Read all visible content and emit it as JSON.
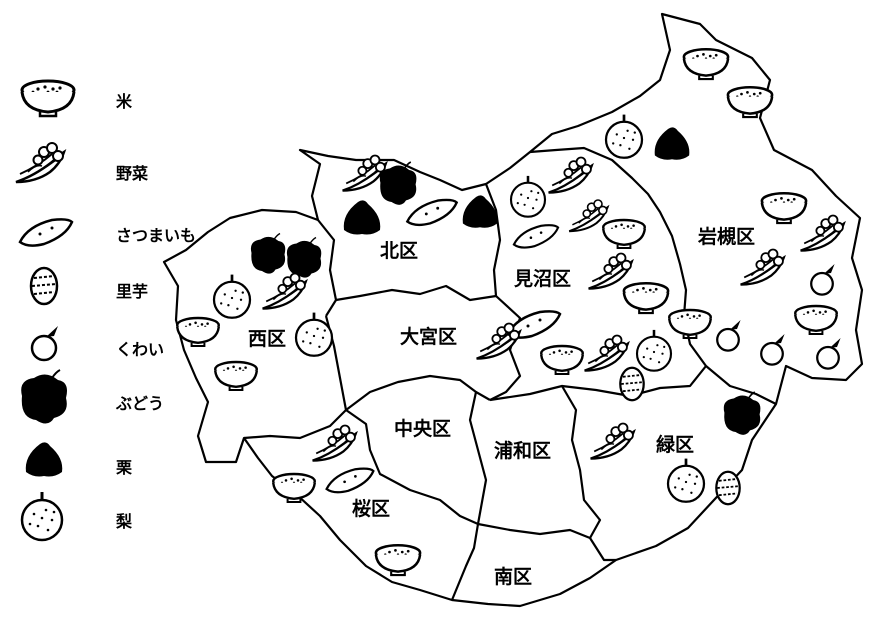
{
  "legend": {
    "items": [
      {
        "id": "rice",
        "label": "米",
        "icon": "rice-bowl-icon"
      },
      {
        "id": "vegetables",
        "label": "野菜",
        "icon": "vegetables-icon"
      },
      {
        "id": "sweet_potato",
        "label": "さつまいも",
        "icon": "sweet-potato-icon"
      },
      {
        "id": "taro",
        "label": "里芋",
        "icon": "taro-icon"
      },
      {
        "id": "kuwai",
        "label": "くわい",
        "icon": "kuwai-icon"
      },
      {
        "id": "grapes",
        "label": "ぶどう",
        "icon": "grapes-icon"
      },
      {
        "id": "chestnut",
        "label": "栗",
        "icon": "chestnut-icon"
      },
      {
        "id": "pear",
        "label": "梨",
        "icon": "pear-icon"
      }
    ]
  },
  "wards": {
    "kita": "北区",
    "minuma": "見沼区",
    "iwatsuki": "岩槻区",
    "nishi": "西区",
    "omiya": "大宮区",
    "chuo": "中央区",
    "urawa": "浦和区",
    "midori": "緑区",
    "sakura": "桜区",
    "minami": "南区"
  },
  "colors": {
    "ink": "#000000",
    "paper": "#ffffff"
  }
}
